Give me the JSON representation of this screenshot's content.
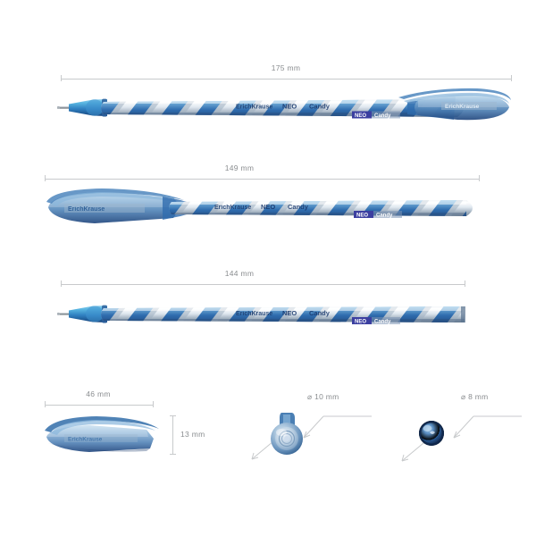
{
  "document": {
    "kind": "product-dimension-diagram",
    "background_color": "#ffffff"
  },
  "brand": {
    "maker": "ErichKrause",
    "series": "NEO",
    "model": "Candy",
    "badge_label": "NEO",
    "badge_color": "#3b3fa0",
    "model_label": "Candy"
  },
  "palette": {
    "dimension_line": "#c8cacc",
    "dimension_text": "#8a8d90",
    "body_blue_light": "#7fc3e8",
    "body_blue_mid": "#3f7fc0",
    "body_blue_dark": "#1e3f7a",
    "body_blue_deep": "#15305f",
    "stripe_white": "#f4f7fa",
    "stripe_silver": "#c3ccd6",
    "cap_tint": "#8fb4d8",
    "metal_tip": "#9aa3ab"
  },
  "views": [
    {
      "id": "pen-capped-posted",
      "name": "Pen with cap posted on barrel end",
      "dimension": {
        "label": "175 mm",
        "value": 175,
        "unit": "mm",
        "axis": "horizontal"
      }
    },
    {
      "id": "pen-capped-closed",
      "name": "Pen closed with cap on writing tip",
      "dimension": {
        "label": "149 mm",
        "value": 149,
        "unit": "mm",
        "axis": "horizontal"
      }
    },
    {
      "id": "pen-barrel-only",
      "name": "Pen barrel without cap",
      "dimension": {
        "label": "144 mm",
        "value": 144,
        "unit": "mm",
        "axis": "horizontal"
      }
    },
    {
      "id": "cap-detail",
      "name": "Cap side view",
      "dimension_width": {
        "label": "46 mm",
        "value": 46,
        "unit": "mm",
        "axis": "horizontal"
      },
      "dimension_height": {
        "label": "13 mm",
        "value": 13,
        "unit": "mm",
        "axis": "vertical"
      }
    },
    {
      "id": "cap-end-view",
      "name": "Cap end-on view",
      "dimension": {
        "label": "⌀ 10 mm",
        "value": 10,
        "unit": "mm",
        "type": "diameter"
      }
    },
    {
      "id": "barrel-end-view",
      "name": "Barrel end-on view",
      "dimension": {
        "label": "⌀ 8 mm",
        "value": 8,
        "unit": "mm",
        "type": "diameter"
      }
    }
  ],
  "labels": {
    "d175": "175 mm",
    "d149": "149 mm",
    "d144": "144 mm",
    "d46": "46 mm",
    "d13": "13 mm",
    "d10": "⌀ 10 mm",
    "d8": "⌀ 8 mm"
  }
}
